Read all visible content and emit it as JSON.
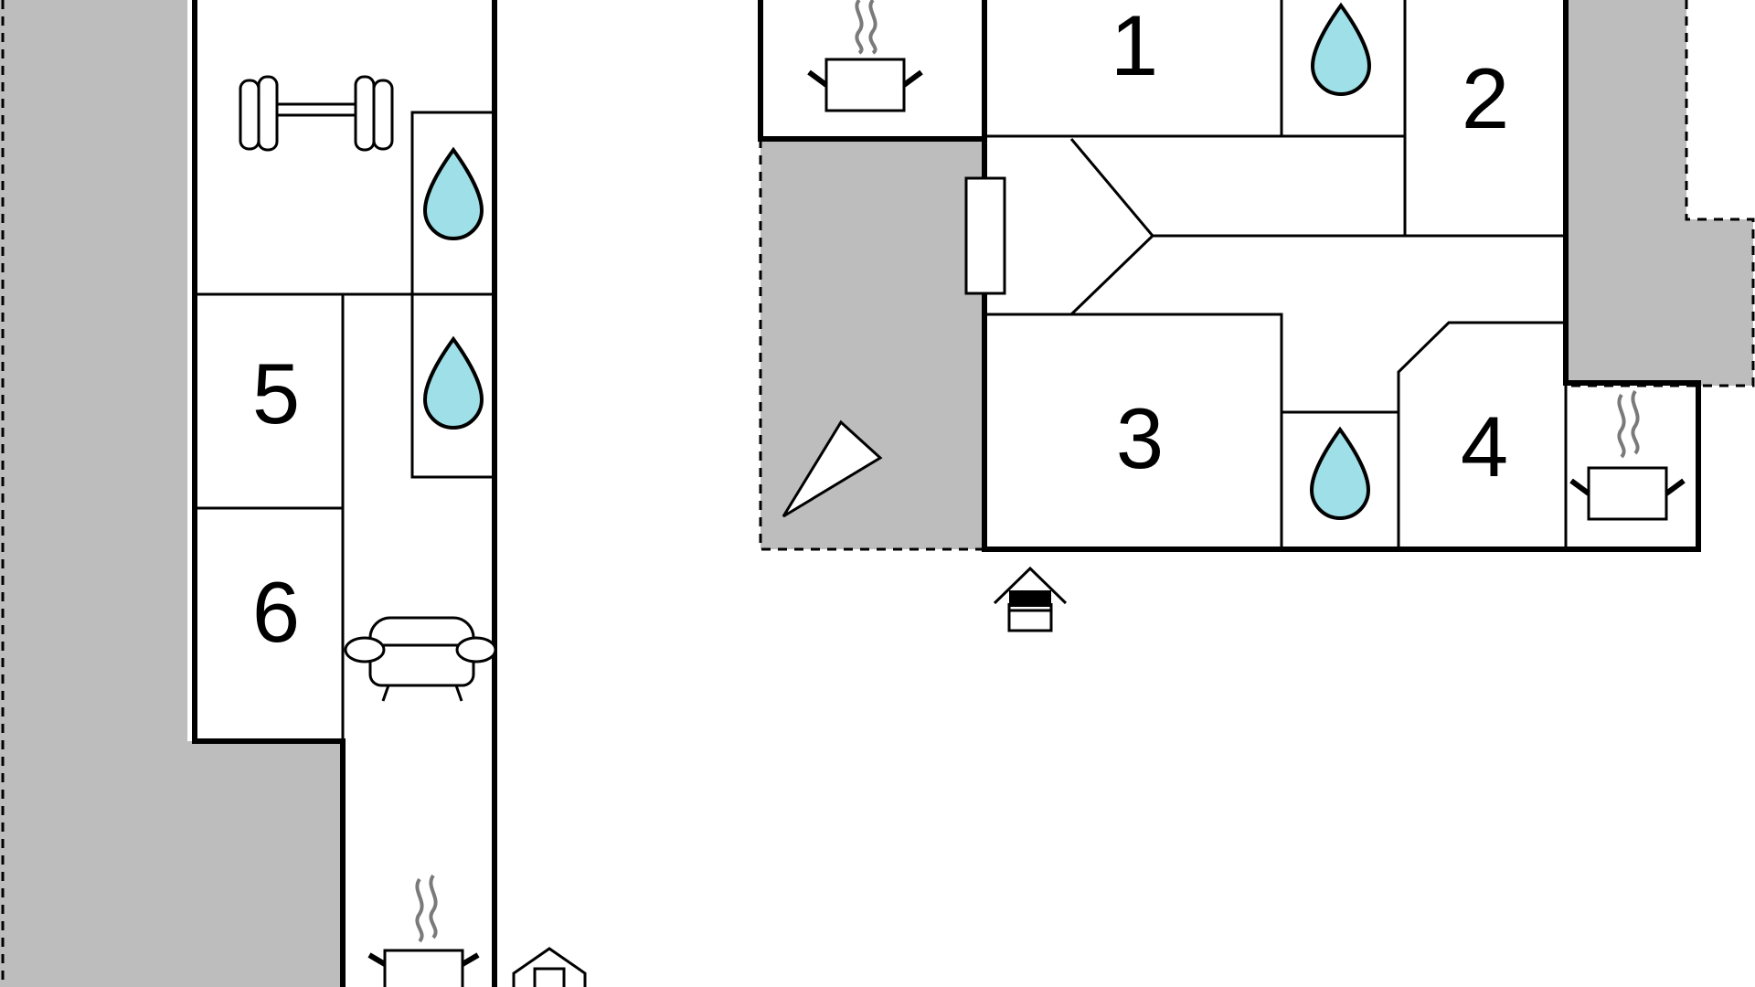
{
  "floor_plan": {
    "rooms": [
      {
        "id": "room-1",
        "label": "1"
      },
      {
        "id": "room-2",
        "label": "2"
      },
      {
        "id": "room-3",
        "label": "3"
      },
      {
        "id": "room-4",
        "label": "4"
      },
      {
        "id": "room-5",
        "label": "5"
      },
      {
        "id": "room-6",
        "label": "6"
      }
    ],
    "icons": [
      "kitchen-pot-icon",
      "water-drop-icon",
      "dumbbell-icon",
      "sofa-icon",
      "entrance-icon",
      "fireplace-icon",
      "terrace-area"
    ],
    "colors": {
      "wall": "#000000",
      "terrace": "#bdbdbd",
      "water_drop": "#9fdfe7",
      "steam": "#7a7a7a",
      "background": "#ffffff"
    }
  }
}
